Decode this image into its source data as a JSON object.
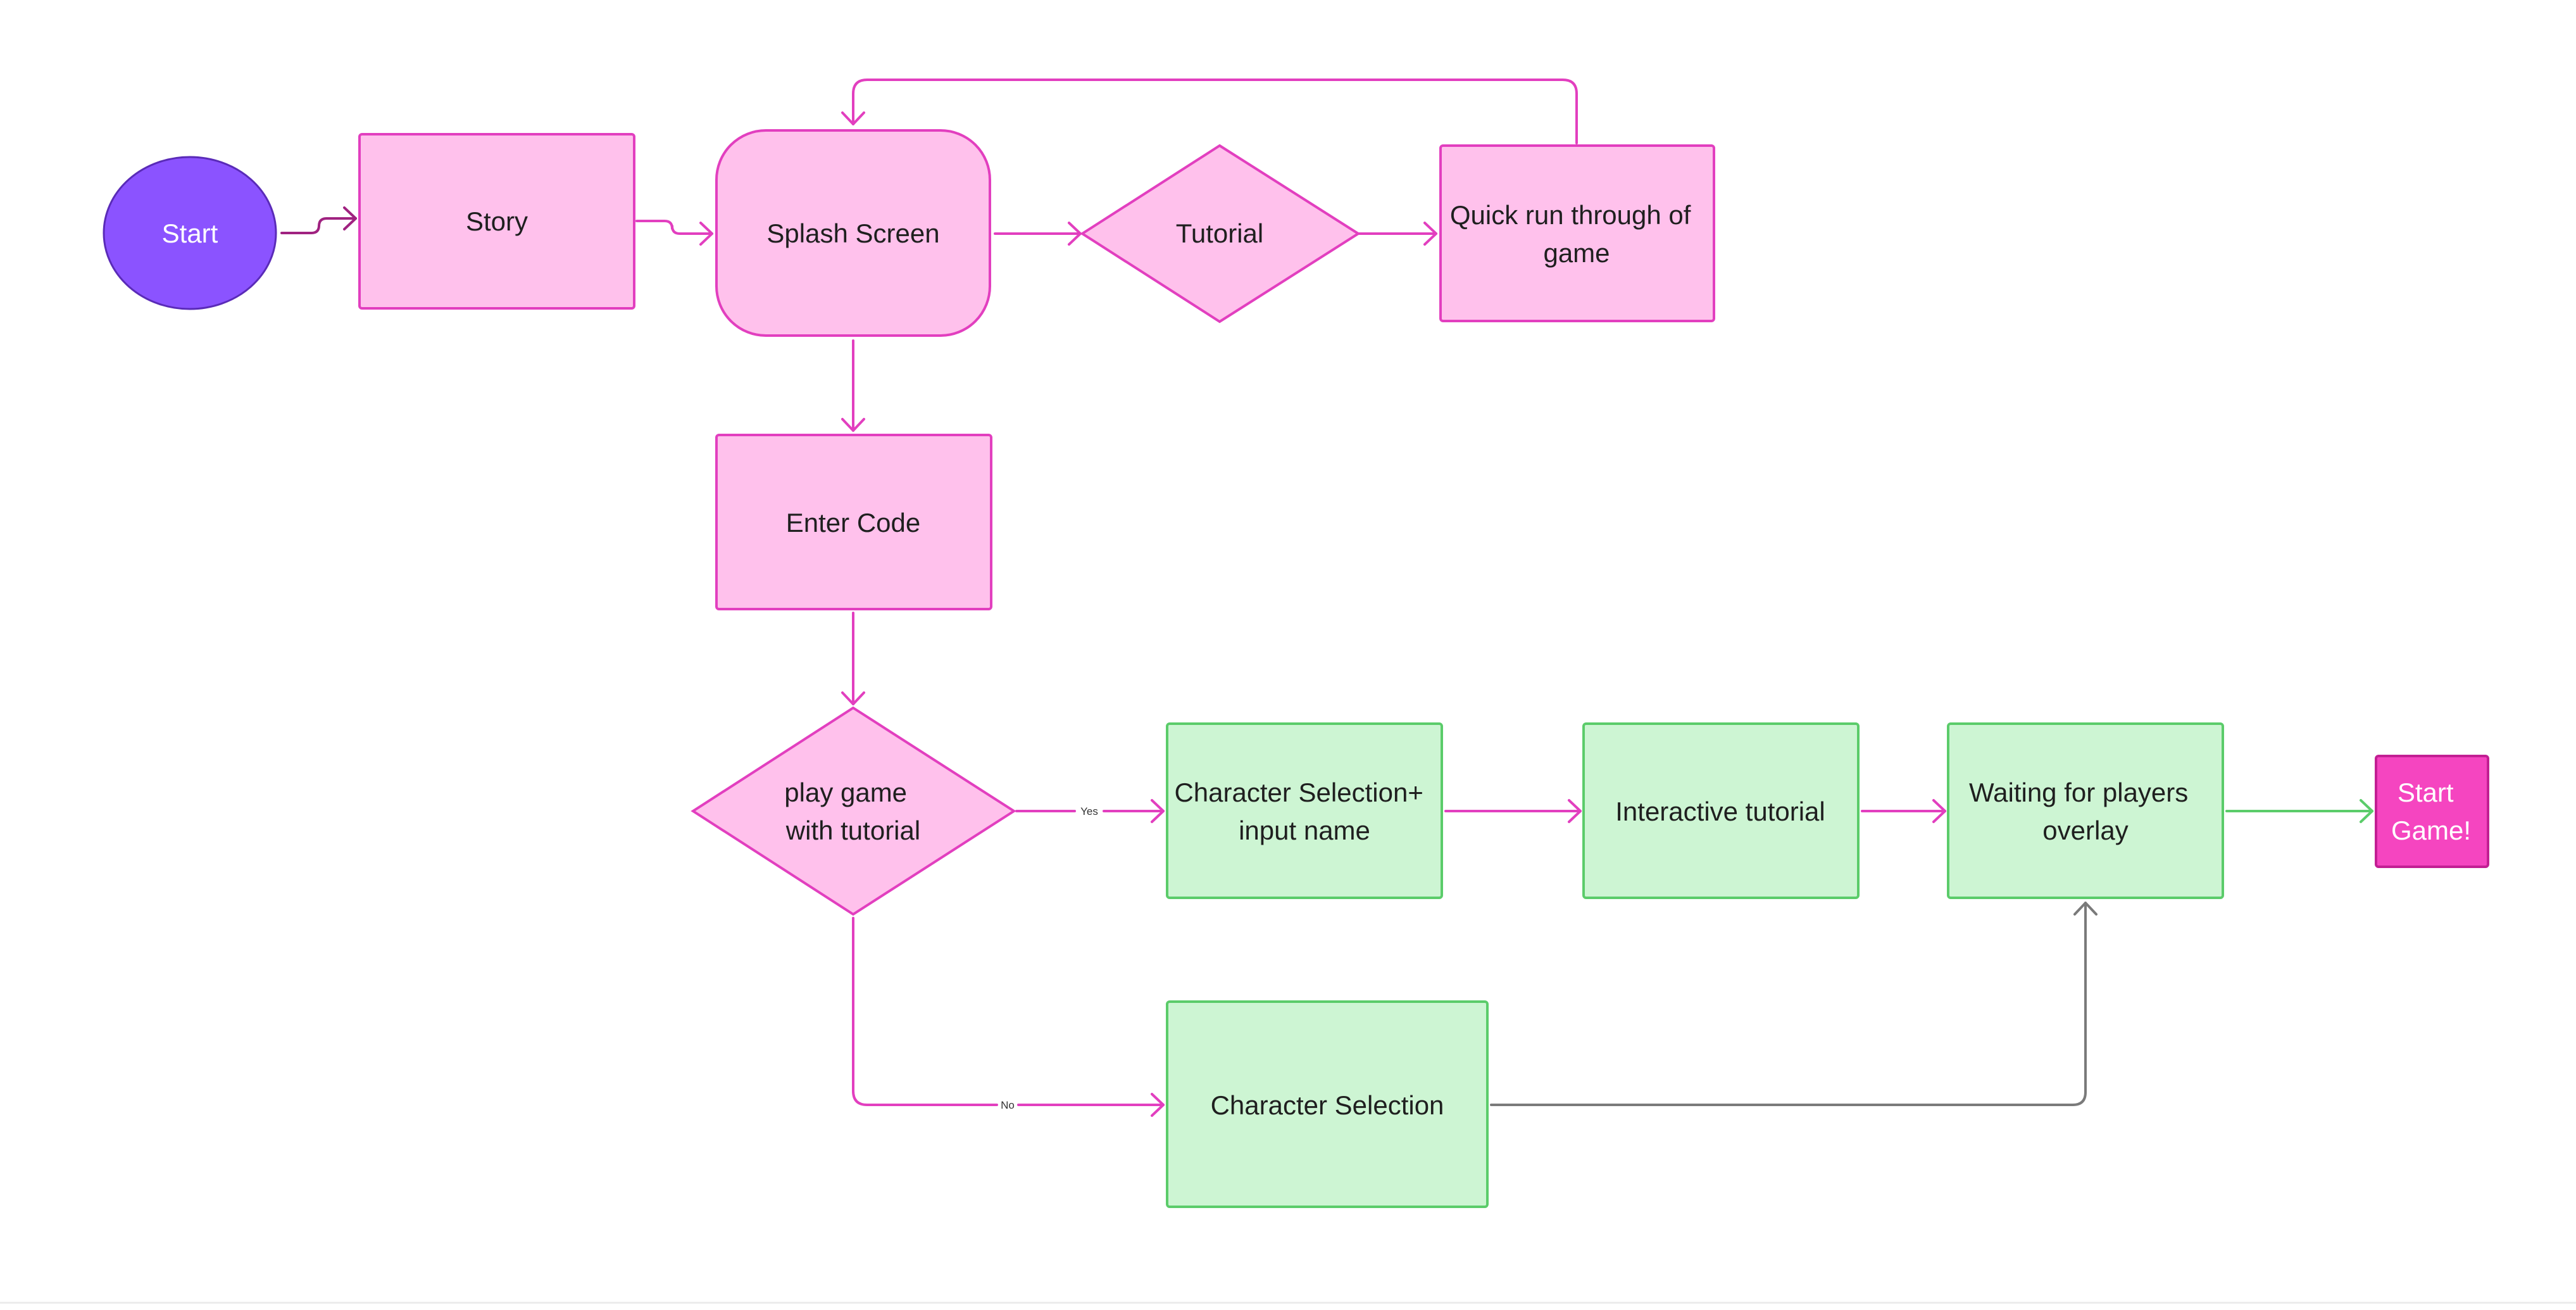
{
  "colors": {
    "pink_fill": "#ffc1ec",
    "pink_stroke": "#e23fbf",
    "green_fill": "#cdf5d3",
    "green_stroke": "#5bcc6a",
    "purple_fill": "#8b53ff",
    "purple_stroke": "#5a2bb8",
    "start_game_fill": "#f545c0",
    "start_game_stroke": "#c21f93",
    "gray_connector": "#7a7a7a",
    "purple_connector": "#a02280"
  },
  "nodes": {
    "start": {
      "label": "Start",
      "shape": "ellipse"
    },
    "story": {
      "label": "Story",
      "shape": "rectangle"
    },
    "splash": {
      "label": "Splash Screen",
      "shape": "rounded-rectangle"
    },
    "tutorial": {
      "label": "Tutorial",
      "shape": "diamond"
    },
    "quick_run": {
      "lines": [
        "Quick run through of",
        "game"
      ],
      "shape": "rectangle"
    },
    "enter_code": {
      "label": "Enter Code",
      "shape": "rectangle"
    },
    "play_game": {
      "lines": [
        "play game",
        "with tutorial"
      ],
      "shape": "diamond"
    },
    "char_select_input": {
      "lines": [
        "Character Selection+",
        "input name"
      ],
      "shape": "rectangle"
    },
    "interactive_tutorial": {
      "label": "Interactive tutorial",
      "shape": "rectangle"
    },
    "waiting": {
      "lines": [
        "Waiting for players",
        "overlay"
      ],
      "shape": "rectangle"
    },
    "start_game": {
      "lines": [
        "Start",
        "Game!"
      ],
      "shape": "rectangle"
    },
    "char_select": {
      "label": "Character Selection",
      "shape": "rectangle"
    }
  },
  "edges": [
    {
      "from": "Start",
      "to": "Story"
    },
    {
      "from": "Story",
      "to": "Splash Screen"
    },
    {
      "from": "Splash Screen",
      "to": "Tutorial"
    },
    {
      "from": "Tutorial",
      "to": "Quick run through of game"
    },
    {
      "from": "Quick run through of game",
      "to": "Splash Screen"
    },
    {
      "from": "Splash Screen",
      "to": "Enter Code"
    },
    {
      "from": "Enter Code",
      "to": "play game with tutorial"
    },
    {
      "from": "play game with tutorial",
      "to": "Character Selection+ input name",
      "label": "Yes"
    },
    {
      "from": "Character Selection+ input name",
      "to": "Interactive tutorial"
    },
    {
      "from": "Interactive tutorial",
      "to": "Waiting for players overlay"
    },
    {
      "from": "Waiting for players overlay",
      "to": "Start Game!"
    },
    {
      "from": "play game with tutorial",
      "to": "Character Selection",
      "label": "No"
    },
    {
      "from": "Character Selection",
      "to": "Waiting for players overlay"
    }
  ]
}
